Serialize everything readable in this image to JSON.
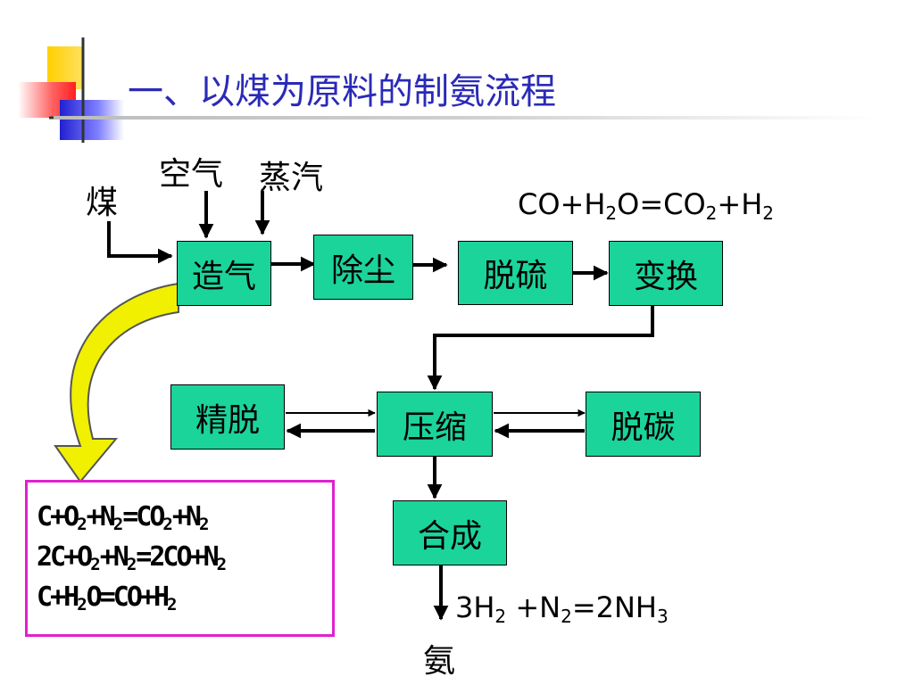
{
  "title": "一、以煤为原料的制氨流程",
  "inputs": {
    "coal": "煤",
    "air": "空气",
    "steam": "蒸汽"
  },
  "boxes": {
    "gasification": "造气",
    "dust_removal": "除尘",
    "desulfurization": "脱硫",
    "shift": "变换",
    "fine_removal": "精脱",
    "compression": "压缩",
    "decarbonization": "脱碳",
    "synthesis": "合成"
  },
  "output": "氨",
  "equations": {
    "shift_eq": {
      "p1": "CO+H",
      "s1": "2",
      "p2": "O=CO",
      "s2": "2",
      "p3": "+H",
      "s3": "2"
    },
    "synthesis_eq": {
      "p1": "3H",
      "s1": "2",
      "p2": " +N",
      "s2": "2",
      "p3": "=2NH",
      "s3": "3"
    },
    "gasification_eqs": [
      {
        "p1": "C+O",
        "s1": "2",
        "p2": "+N",
        "s2": "2",
        "p3": "=CO",
        "s3": "2",
        "p4": "+N",
        "s4": "2"
      },
      {
        "p1": "2C+O",
        "s1": "2",
        "p2": "+N",
        "s2": "2",
        "p3": "=2CO+N",
        "s3": "2"
      },
      {
        "p1": "C+H",
        "s1": "2",
        "p2": "O=CO+H",
        "s2": "2"
      }
    ]
  },
  "colors": {
    "box_fill": "#1bd49a",
    "title": "#2a2ab8",
    "equation_border": "#e020d0",
    "callout_arrow": "#f0f000",
    "logo_yellow": "#ffd000",
    "logo_red": "#ff4040",
    "logo_blue": "#3030e0"
  }
}
